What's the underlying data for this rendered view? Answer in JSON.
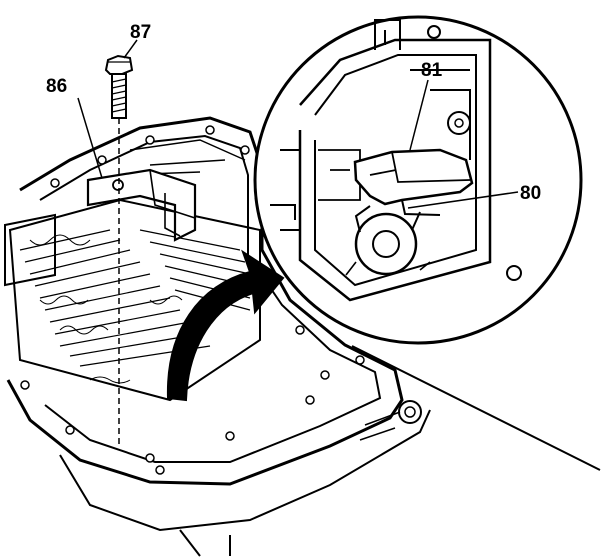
{
  "diagram": {
    "callouts": [
      {
        "id": "c87",
        "label": "87",
        "part": "bolt"
      },
      {
        "id": "c86",
        "label": "86",
        "part": "bracket"
      },
      {
        "id": "c81",
        "label": "81",
        "part": "detent spring"
      },
      {
        "id": "c80",
        "label": "80",
        "part": "roller"
      }
    ],
    "colors": {
      "ink": "#000000",
      "paper": "#ffffff"
    }
  }
}
